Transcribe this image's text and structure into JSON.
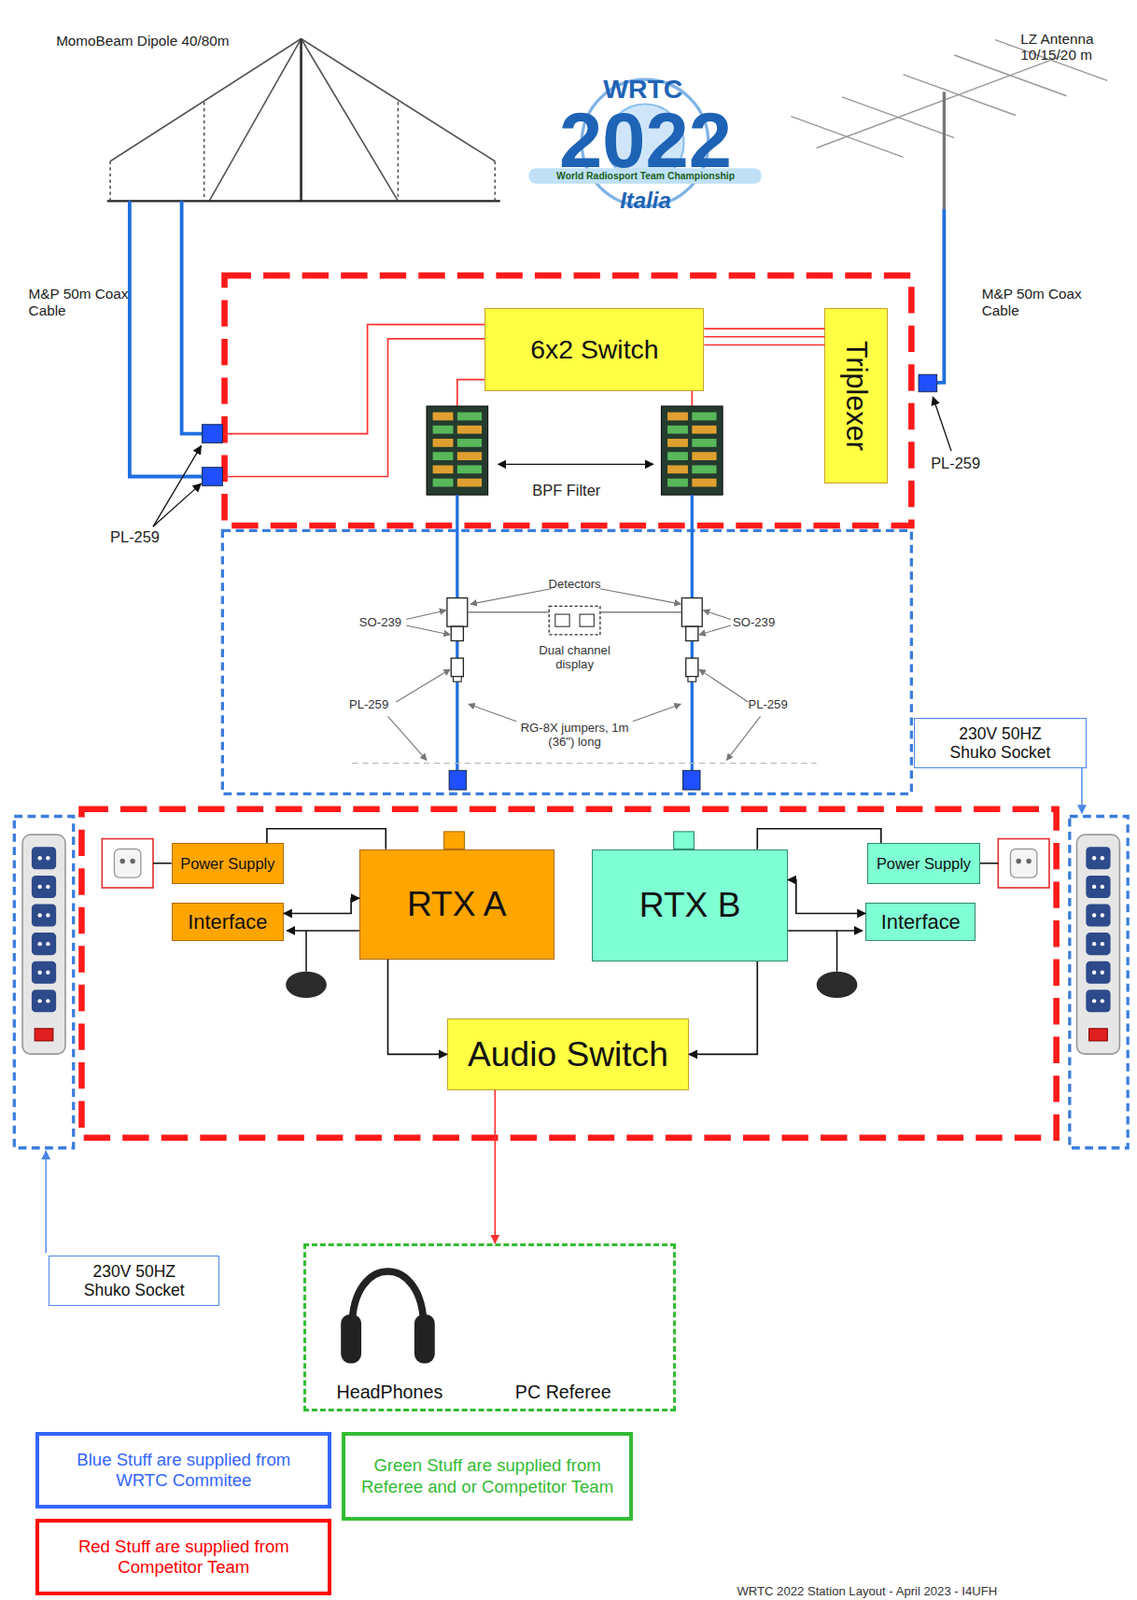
{
  "diagram": {
    "caption": "WRTC 2022 Station Layout - April 2023 - I4UFH",
    "nodes": [
      {
        "text": [
          "6x2 Switch"
        ]
      },
      {
        "text": [
          "Triplexer"
        ]
      },
      {
        "text": [
          "230V 50HZ Shuko Socket"
        ]
      },
      {
        "text": [
          "Power Supply"
        ]
      },
      {
        "text": [
          "RTX A"
        ]
      },
      {
        "text": [
          "RTX B"
        ]
      },
      {
        "text": [
          "Power Supply"
        ]
      },
      {
        "text": [
          "Interface"
        ]
      },
      {
        "text": [
          "Interface"
        ]
      },
      {
        "text": [
          "Audio Switch"
        ]
      },
      {
        "text": [
          "230V 50HZ Shuko Socket"
        ]
      },
      {
        "text": [
          "HeadPhones",
          "PC Referee"
        ]
      }
    ],
    "edges": [
      {
        "from": 0,
        "to": 1,
        "arrow": "none"
      },
      {
        "from": 0,
        "to": 1,
        "arrow": "none"
      },
      {
        "from": 0,
        "to": 1,
        "arrow": "none"
      },
      {
        "from": 3,
        "to": 4,
        "arrow": "none"
      },
      {
        "from": 6,
        "to": 5,
        "arrow": "none"
      },
      {
        "from": 7,
        "to": 4,
        "arrow": "both"
      },
      {
        "from": 8,
        "to": 5,
        "arrow": "both"
      },
      {
        "from": 4,
        "to": 9,
        "arrow": "to"
      },
      {
        "from": 5,
        "to": 9,
        "arrow": "to"
      },
      {
        "from": 9,
        "to": 11,
        "arrow": "to"
      }
    ],
    "labels": [
      "MomoBeam Dipole 40/80m",
      "WRTC",
      "2022",
      "World Radiosport Team Championship",
      "Italia",
      "LZ Antenna 10/15/20 m",
      "M&P 50m Coax Cable",
      "M&P 50m Coax Cable",
      "PL-259",
      "BPF Filter",
      "PL-259",
      "Detectors",
      "SO-239",
      "SO-239",
      "Dual channel display",
      "PL-259",
      "PL-259",
      "RG-8X jumpers, 1m (36\") long"
    ],
    "legend": [
      {
        "text": "Blue Stuff are supplied from WRTC Commitee",
        "color": "#3366ff"
      },
      {
        "text": "Green Stuff are supplied from Referee and or Competitor Team",
        "color": "#33bb33"
      },
      {
        "text": "Red Stuff are supplied from Competitor Team",
        "color": "#ff0000"
      }
    ]
  }
}
